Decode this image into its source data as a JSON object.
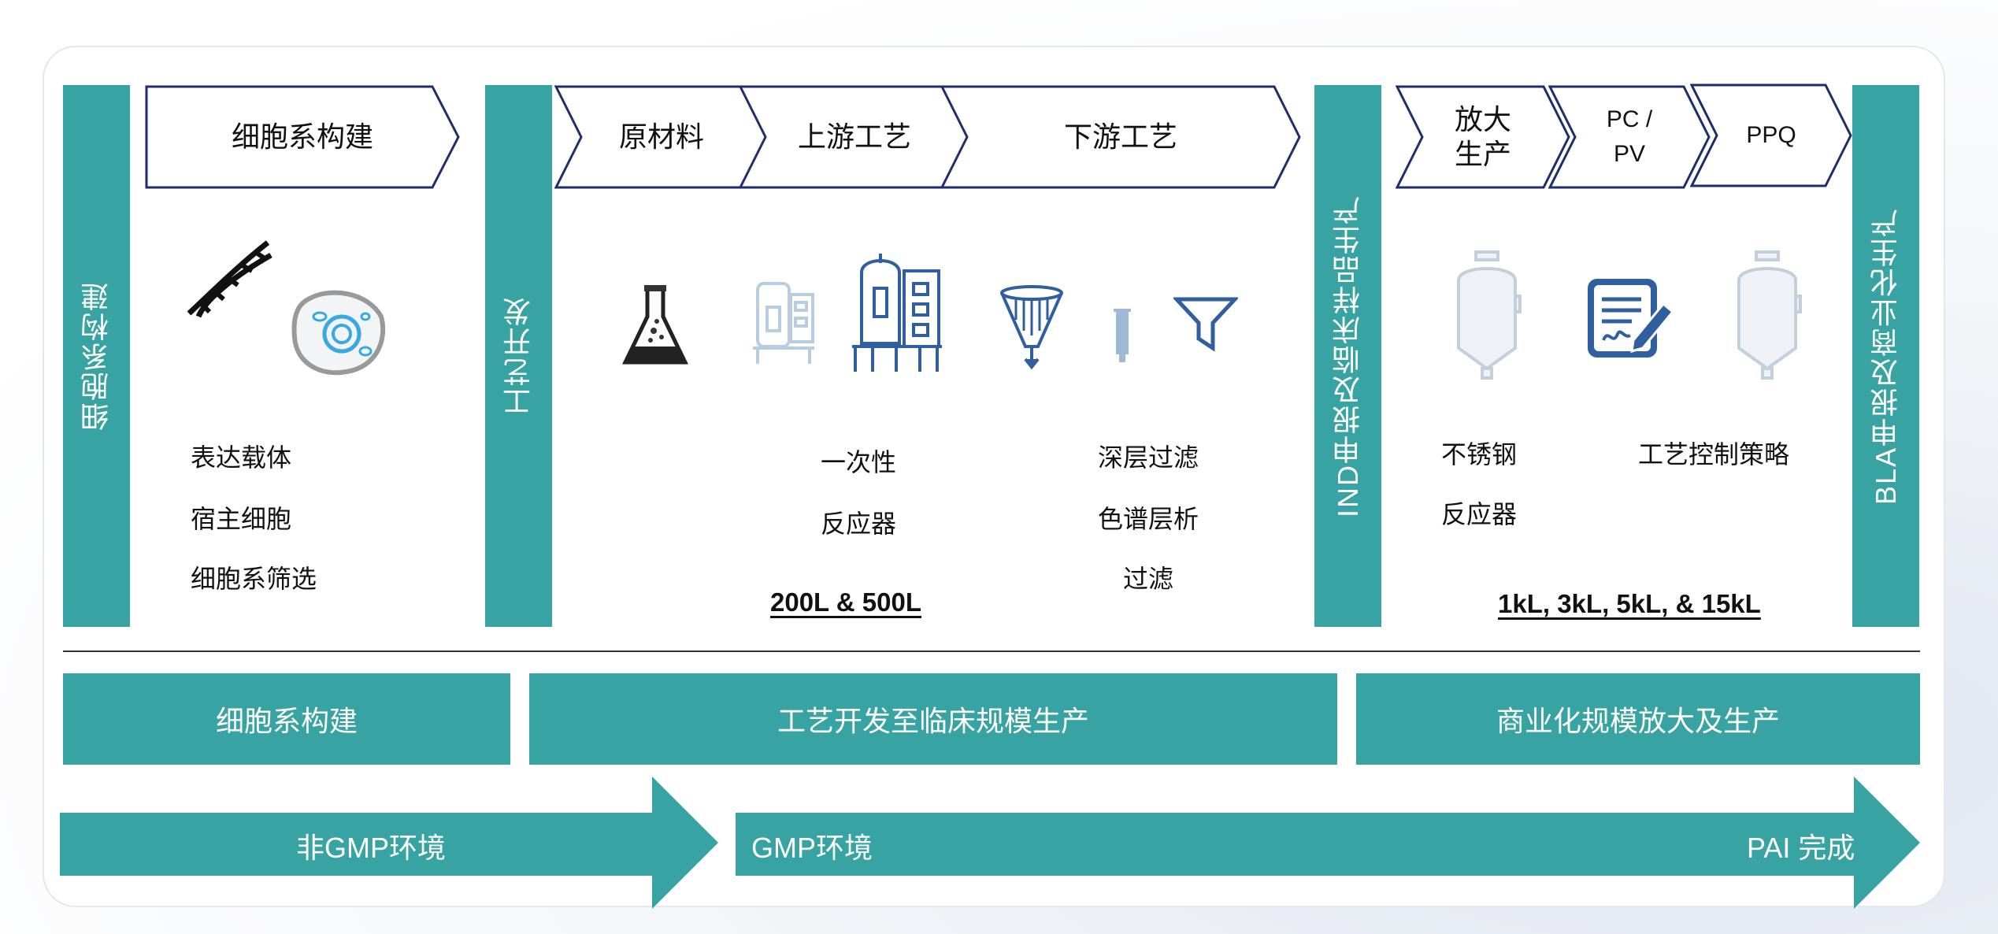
{
  "vertical_bars": {
    "cell_line": "细胞系构建",
    "process_dev": "工艺开发",
    "ind": "IND申报及临床样品生产",
    "bla": "BLA申报及商业化生产"
  },
  "chevrons": {
    "cell_line": "细胞系构建",
    "raw_materials": "原材料",
    "upstream": "上游工艺",
    "downstream": "下游工艺",
    "scale_up": "放大生产",
    "pc_pv": "PC / PV",
    "ppq": "PPQ"
  },
  "cell_line_items": [
    "表达载体",
    "宿主细胞",
    "细胞系筛选"
  ],
  "single_use_items": [
    "一次性",
    "反应器"
  ],
  "downstream_items": [
    "深层过滤",
    "色谱层析",
    "过滤"
  ],
  "bioreactor_caption": "200L & 500L",
  "stainless_items": [
    "不锈钢",
    "反应器"
  ],
  "control_strategy": "工艺控制策略",
  "commercial_caption": "1kL, 3kL, 5kL, & 15kL",
  "phases": {
    "cell_line": "细胞系构建",
    "clinical": "工艺开发至临床规模生产",
    "commercial": "商业化规模放大及生产"
  },
  "arrows": {
    "non_gmp": "非GMP环境",
    "gmp": "GMP环境",
    "pai": "PAI 完成"
  },
  "colors": {
    "teal": "#37a3a3",
    "navy": "#1f2d6b",
    "icon_blue": "#2f5f9e"
  },
  "icons": [
    "dna-icon",
    "cell-icon",
    "flask-icon",
    "single-use-bioreactor-icon",
    "bioreactor-icon",
    "depth-filter-icon",
    "chromatography-column-icon",
    "funnel-icon",
    "stainless-tank-icon",
    "document-sign-icon",
    "stainless-tank-icon"
  ]
}
